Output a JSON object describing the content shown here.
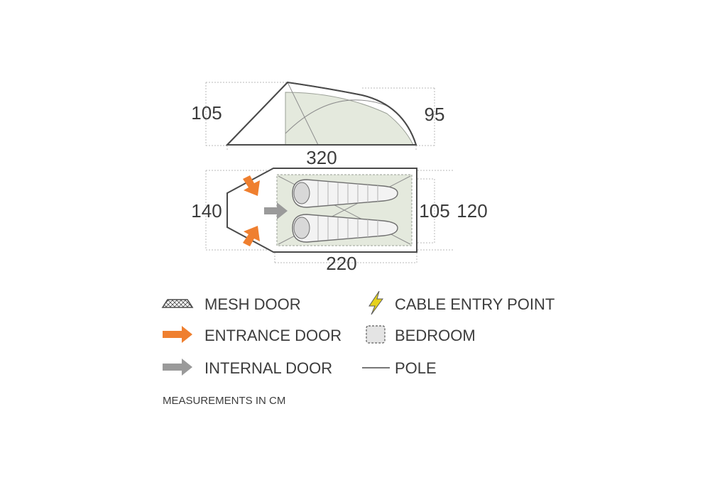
{
  "dimensions": {
    "side_height_left": "105",
    "side_height_right": "95",
    "total_length": "320",
    "total_width": "140",
    "inner_length": "220",
    "inner_width_a": "105",
    "inner_width_b": "120"
  },
  "legend": {
    "mesh_door": "MESH DOOR",
    "entrance_door": "ENTRANCE DOOR",
    "internal_door": "INTERNAL DOOR",
    "cable_entry_point": "CABLE ENTRY POINT",
    "bedroom": "BEDROOM",
    "pole": "POLE"
  },
  "note": "MEASUREMENTS IN CM",
  "colors": {
    "outline": "#4a4a4a",
    "fly_fill": "#ffffff",
    "inner_fill": "#e4e9dd",
    "entrance_arrow": "#ef7f2f",
    "internal_arrow": "#9a9a9a",
    "cable_icon": "#e6d21c",
    "guide_line": "#b9b9b9",
    "text": "#3c3c3c"
  }
}
